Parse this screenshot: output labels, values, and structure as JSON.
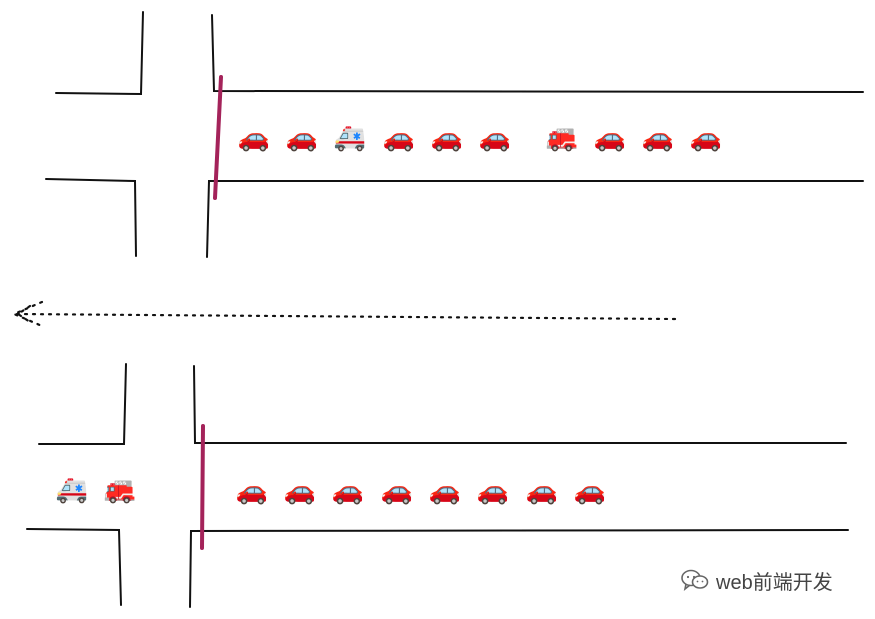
{
  "top_lane": {
    "waiting_queue": [
      "red-car",
      "red-car",
      "ambulance",
      "red-car",
      "red-car",
      "red-car",
      "fire-truck",
      "red-car",
      "red-car",
      "red-car"
    ],
    "passed_intersection": []
  },
  "bottom_lane": {
    "passed_intersection": [
      "ambulance",
      "fire-truck"
    ],
    "waiting_queue": [
      "red-car",
      "red-car",
      "red-car",
      "red-car",
      "red-car",
      "red-car",
      "red-car",
      "red-car"
    ]
  },
  "icons": {
    "car_glyph": "🚗",
    "ambulance_glyph": "🚑",
    "fire_truck_glyph": "🚒"
  },
  "colors": {
    "stop_line": "#a4235a",
    "road": "#111111"
  },
  "watermark": {
    "icon": "wechat-icon",
    "text": "web前端开发"
  }
}
